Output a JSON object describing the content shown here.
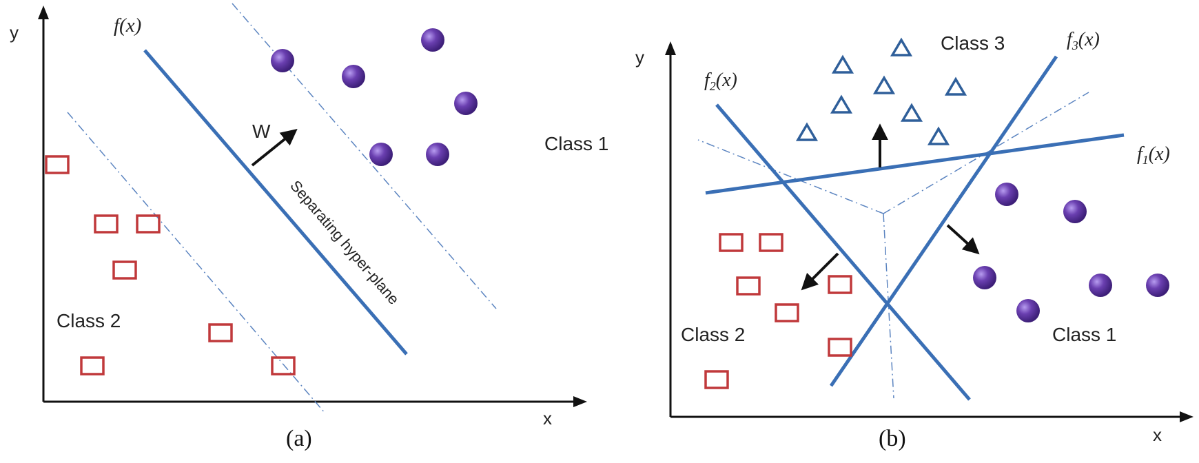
{
  "panel_a": {
    "y_axis": "y",
    "x_axis": "x",
    "function_label": "f(x)",
    "weight_label": "W",
    "hyperplane_label": "Separating hyper-plane",
    "class1_label": "Class 1",
    "class2_label": "Class 2",
    "caption": "(a)"
  },
  "panel_b": {
    "y_axis": "y",
    "x_axis": "x",
    "f1_label": "f1(x)",
    "f2_label": "f2(x)",
    "f3_label": "f3(x)",
    "class1_label": "Class 1",
    "class2_label": "Class 2",
    "class3_label": "Class 3",
    "caption": "(b)"
  },
  "colors": {
    "line": "#3a6fb5",
    "square": "#c0393b",
    "circle": "#6a3fb0",
    "triangle": "#2f5f9a",
    "axis": "#111111"
  },
  "icons": {
    "class1_marker": "circle",
    "class2_marker": "square",
    "class3_marker": "triangle"
  }
}
